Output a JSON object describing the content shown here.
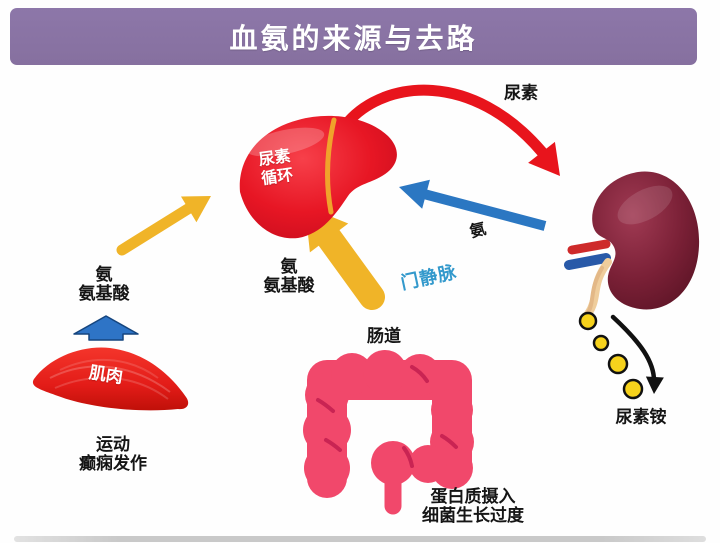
{
  "title": "血氨的来源与去路",
  "colors": {
    "banner": "#86709f",
    "liver": "#e4121f",
    "liver_band": "#f0a32b",
    "kidney": "#6e1b2f",
    "kidney_artery": "#ce2a2a",
    "kidney_vein": "#2859a8",
    "ureter": "#efcd9c",
    "muscle": "#e3201b",
    "intestine": "#f1486b",
    "intestine_fold": "#c92453",
    "yellow_arrow": "#f0b428",
    "blue_arrow": "#2b77c2",
    "red_arrow": "#e8141c",
    "black_arrow": "#111111",
    "ammonium_dot": "#f6d21c",
    "portal_vein_text": "#3399cc"
  },
  "liver": {
    "label_line1": "尿素",
    "label_line2": "循环"
  },
  "kidney": {
    "from_liver_label": "尿素",
    "to_liver_label": "氨",
    "excretion_label": "尿素铵"
  },
  "muscle": {
    "label": "肌肉",
    "output_line1": "氨",
    "output_line2": "氨基酸",
    "cause_line1": "运动",
    "cause_line2": "癫痫发作"
  },
  "intestine": {
    "label": "肠道",
    "output_line1": "氨",
    "output_line2": "氨基酸",
    "route_label": "门静脉",
    "cause_line1": "蛋白质摄入",
    "cause_line2": "细菌生长过度"
  }
}
